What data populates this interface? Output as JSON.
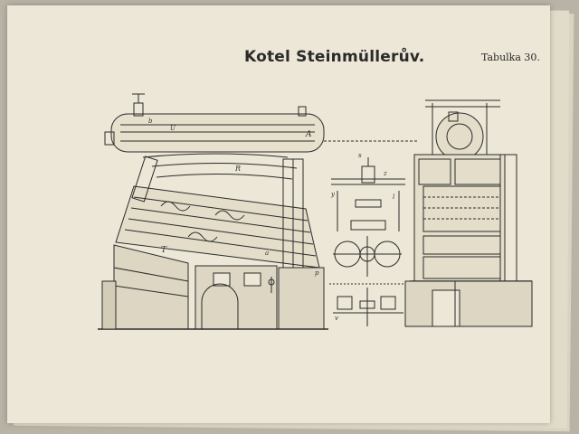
{
  "plate": {
    "title": "Kotel Steinmüllerův.",
    "number": "Tabulka 30."
  },
  "drawing_labels": {
    "upper_drum": "A",
    "drum_u": "U",
    "section_r": "R",
    "section_t": "T",
    "label_b": "b",
    "label_a": "a",
    "label_s": "s",
    "label_z": "z",
    "label_y": "y",
    "label_l": "l",
    "label_p": "p",
    "label_v": "v"
  },
  "colors": {
    "paper": "#ece7d6",
    "ink": "#2b2b2b",
    "background": "#b9b3a6"
  }
}
